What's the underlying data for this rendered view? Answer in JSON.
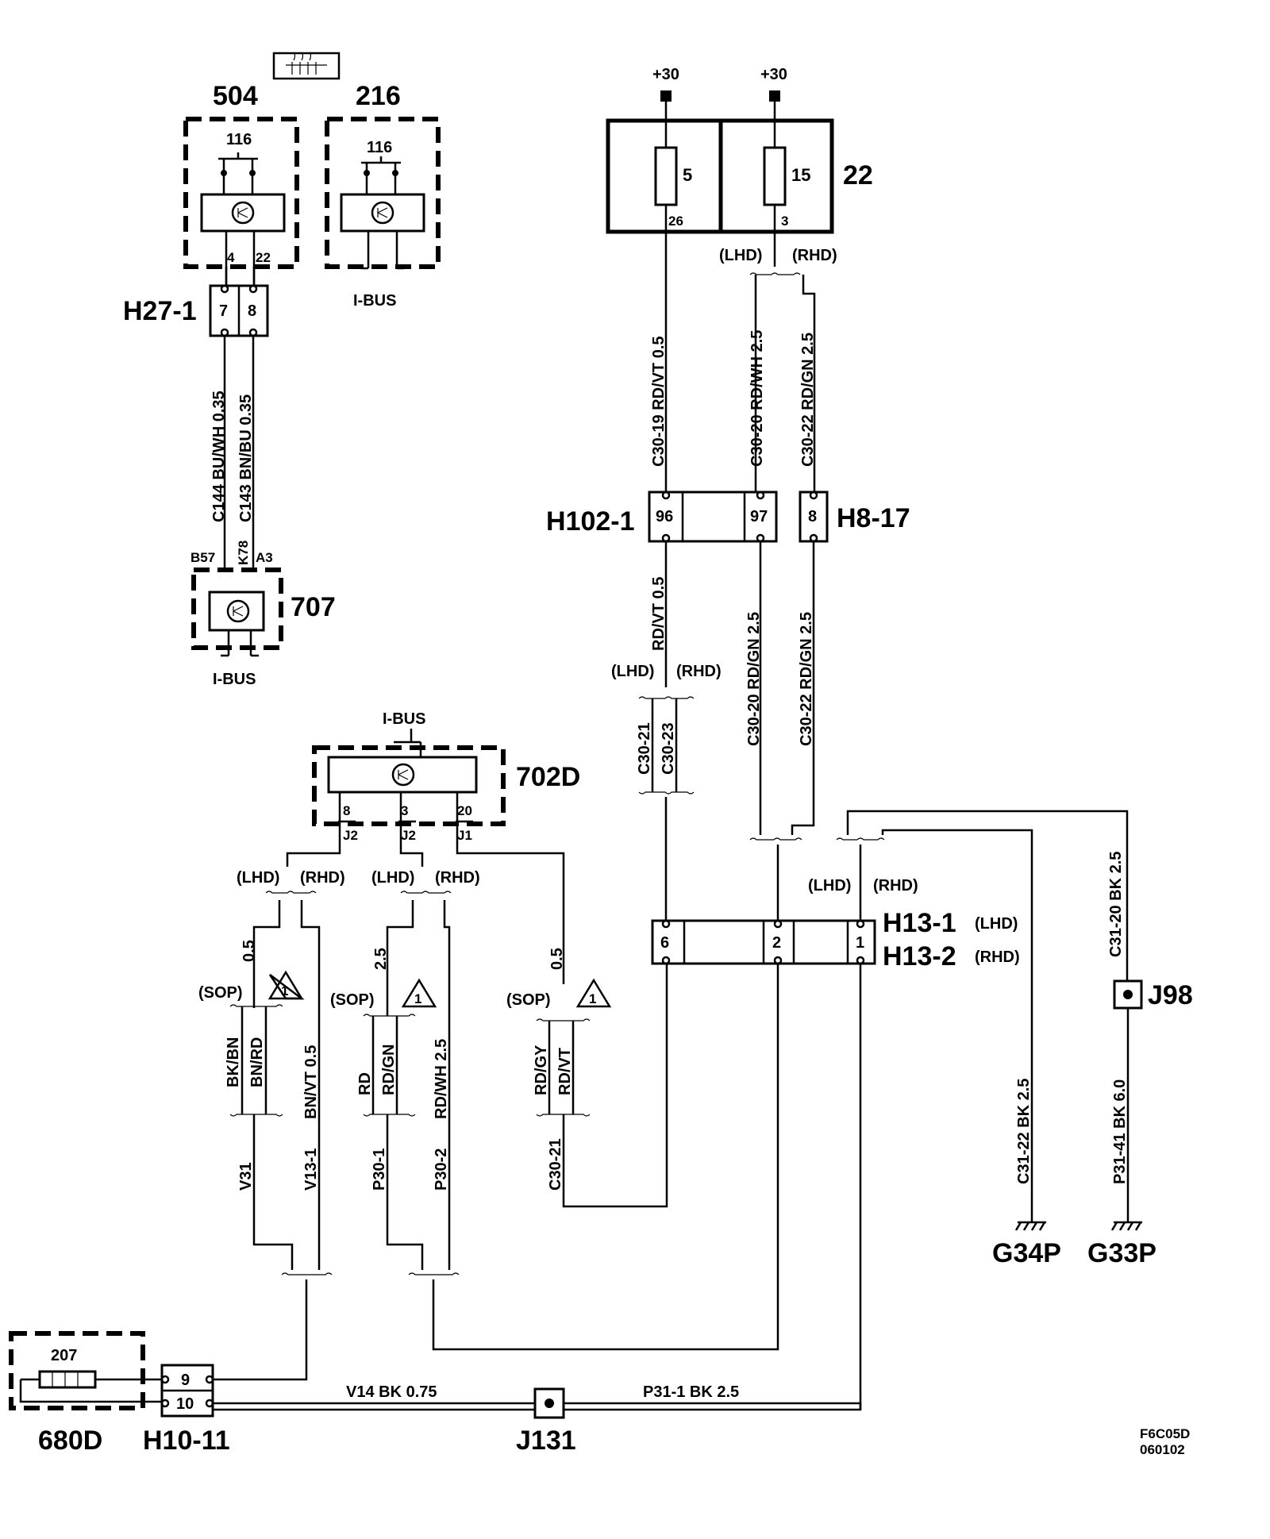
{
  "components": {
    "c504": {
      "id": "504",
      "pin_top": "116",
      "pins": [
        "4",
        "22"
      ]
    },
    "c216": {
      "id": "216",
      "pin_top": "116",
      "bus": "I-BUS"
    },
    "c707": {
      "id": "707",
      "pins": [
        "B57",
        "K78",
        "A3"
      ],
      "bus": "I-BUS"
    },
    "c702d": {
      "id": "702D",
      "bus": "I-BUS",
      "pins": [
        "8",
        "3",
        "20"
      ],
      "sockets": [
        "J2",
        "J2",
        "J1"
      ]
    },
    "c22": {
      "id": "22",
      "fuses": [
        "5",
        "15"
      ],
      "outs": [
        "26",
        "3"
      ],
      "supply": "+30"
    },
    "c680d": {
      "id": "680D",
      "element": "207"
    },
    "rear_defrost_symbol": "rear-window-defroster"
  },
  "connectors": {
    "h27": {
      "id": "H27-1",
      "pins": [
        "7",
        "8"
      ]
    },
    "h102": {
      "id": "H102-1",
      "pins": [
        "96",
        "97"
      ]
    },
    "h8": {
      "id": "H8-17",
      "pin": "8"
    },
    "h13a": {
      "id": "H13-1",
      "tag": "(LHD)"
    },
    "h13b": {
      "id": "H13-2",
      "tag": "(RHD)"
    },
    "h13pins": [
      "6",
      "2",
      "1"
    ],
    "h10": {
      "id": "H10-11",
      "pins": [
        "9",
        "10"
      ]
    }
  },
  "grounds": {
    "g34": "G34P",
    "g33": "G33P"
  },
  "splices": {
    "j98": "J98",
    "j131": "J131"
  },
  "labels": {
    "lhd": "(LHD)",
    "rhd": "(RHD)",
    "sop": "(SOP)",
    "note": "1"
  },
  "wires": {
    "c144": "C144  BU/WH  0.35",
    "c143": "C143  BN/BU  0.35",
    "c3019": "C30-19  RD/VT  0.5",
    "c3020a": "C30-20  RD/WH  2.5",
    "c3022a": "C30-22  RD/GN  2.5",
    "rdvt05": "RD/VT  0.5",
    "c3020b": "C30-20  RD/GN  2.5",
    "c3022b": "C30-22  RD/GN  2.5",
    "c3021": "C30-21",
    "c3023": "C30-23",
    "c3120": "C31-20  BK  2.5",
    "c3122": "C31-22  BK  2.5",
    "p3141": "P31-41  BK  6.0",
    "v14": "V14   BK  0.75",
    "p311": "P31-1     BK  2.5",
    "s05": "0.5",
    "s25": "2.5",
    "bkbn": "BK/BN",
    "bnrd": "BN/RD",
    "bnvt": "BN/VT  0.5",
    "rd": "RD",
    "rdgn": "RD/GN",
    "rdwh": "RD/WH  2.5",
    "rdgy": "RD/GY",
    "rdvt": "RD/VT",
    "v31": "V31",
    "v131": "V13-1",
    "p301": "P30-1",
    "p302": "P30-2",
    "c3021b": "C30-21"
  },
  "footer": {
    "code": "F6C05D",
    "date": "060102"
  }
}
